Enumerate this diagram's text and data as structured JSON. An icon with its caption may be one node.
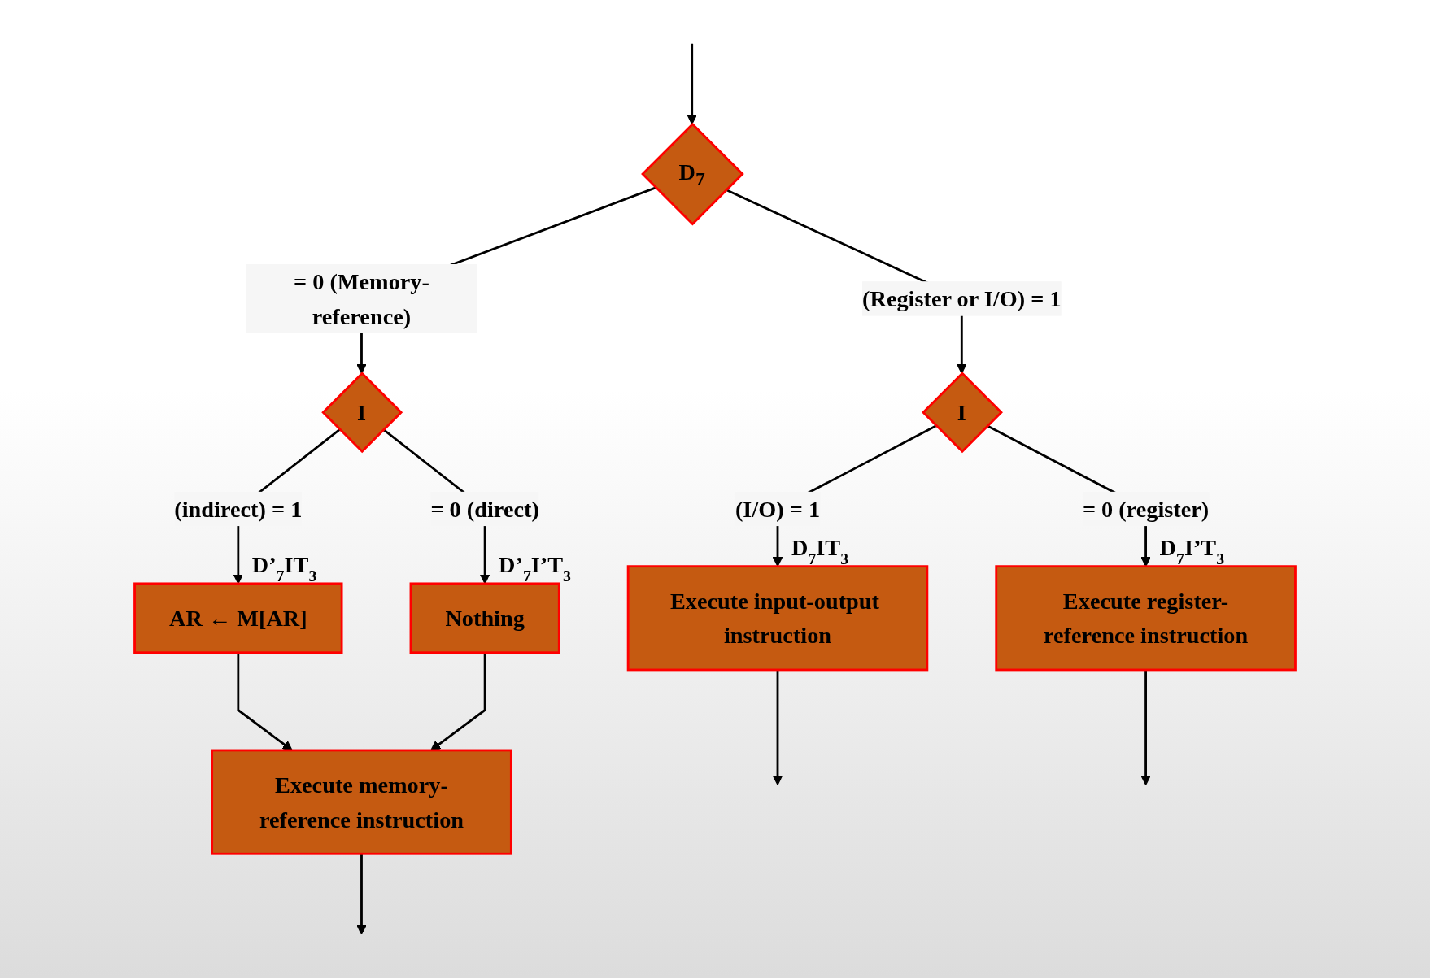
{
  "diagram": {
    "nodes": [
      {
        "text": [
          "D$_{7}$"
        ]
      },
      {
        "text": [
          "I"
        ]
      },
      {
        "text": [
          "I"
        ]
      },
      {
        "text": [
          "Execute input-output instruction"
        ],
        "beside": [
          "D$_{7}$IT$_{3}$"
        ]
      },
      {
        "text": [
          "Execute register-reference instruction"
        ],
        "beside": [
          "D$_{7}$I’T$_{3}$"
        ]
      },
      {
        "text": [
          "AR ← M[AR]"
        ],
        "beside": [
          "D’$_{7}$IT$_{3}$"
        ]
      },
      {
        "text": [
          "Nothing"
        ],
        "beside": [
          "D’$_{7}$I’T$_{3}$"
        ]
      },
      {
        "text": [
          "Execute memory-reference instruction"
        ]
      }
    ],
    "edges": [
      {
        "from": 0,
        "to": 1,
        "label": "(Register or I/O) = 1",
        "arrow": "to"
      },
      {
        "from": 0,
        "to": 2,
        "label": "= 0 (Memory-reference)",
        "arrow": "to"
      },
      {
        "from": 1,
        "to": 3,
        "label": "(I/O) = 1",
        "arrow": "to"
      },
      {
        "from": 1,
        "to": 4,
        "label": "= 0 (register)",
        "arrow": "to"
      },
      {
        "from": 2,
        "to": 5,
        "label": "(indirect) = 1",
        "arrow": "to"
      },
      {
        "from": 2,
        "to": 6,
        "label": "= 0 (direct)",
        "arrow": "to"
      },
      {
        "from": 5,
        "to": 7,
        "arrow": "to"
      },
      {
        "from": 6,
        "to": 7,
        "arrow": "to"
      },
      {
        "from": 3,
        "to": null,
        "arrow": "to"
      },
      {
        "from": 4,
        "to": null,
        "arrow": "to"
      },
      {
        "from": 7,
        "to": null,
        "arrow": "to"
      },
      {
        "from": null,
        "to": 0,
        "arrow": "to"
      }
    ]
  }
}
